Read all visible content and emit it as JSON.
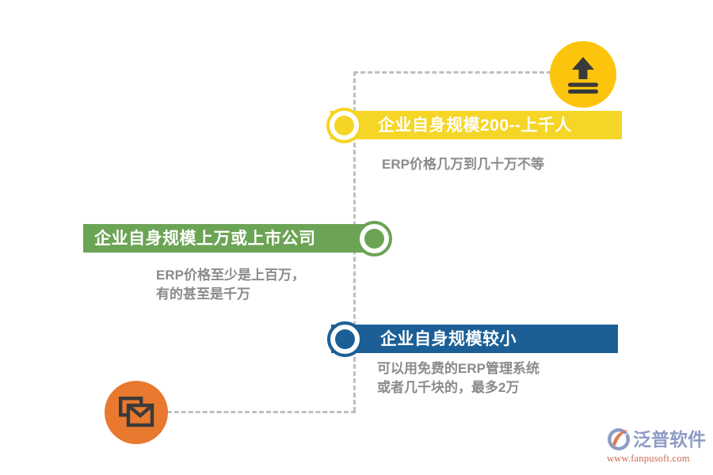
{
  "page": {
    "background": "#ffffff",
    "title_lines": []
  },
  "colors": {
    "yellow": "#f5d526",
    "yellow_badge": "#fcc40d",
    "green": "#6ca455",
    "blue": "#1b5f96",
    "orange": "#e8792f",
    "dash_gray": "#bfbfbf",
    "desc_gray": "#8b8b8b",
    "logo_blue": "#8e9cc4",
    "logo_url_red": "#c96a52"
  },
  "items": [
    {
      "id": "tier-yellow",
      "label": "企业自身规模200--上千人",
      "description": "ERP价格几万到几十万不等",
      "accent": "#f5d526",
      "marker": "donut-marker-yellow"
    },
    {
      "id": "tier-green",
      "label": "企业自身规模上万或上市公司",
      "description": "ERP价格至少是上百万，\n有的甚至是千万",
      "accent": "#6ca455",
      "marker": "donut-marker-green"
    },
    {
      "id": "tier-blue",
      "label": "企业自身规模较小",
      "description": "可以用免费的ERP管理系统\n或者几千块的，最多2万",
      "accent": "#1b5f96",
      "marker": "donut-marker-blue"
    }
  ],
  "icons": {
    "upload": {
      "name": "upload-arrow-icon",
      "badge_color": "#fcc40d",
      "glyph_color": "#3a3a3a"
    },
    "mail": {
      "name": "stacked-envelope-icon",
      "badge_color": "#e8792f",
      "glyph_color": "#3a3a3a"
    }
  },
  "logo": {
    "brand": "泛普软件",
    "url": "www.fanpusoft.com",
    "mark": "fanpu-swoosh-logo-icon"
  }
}
